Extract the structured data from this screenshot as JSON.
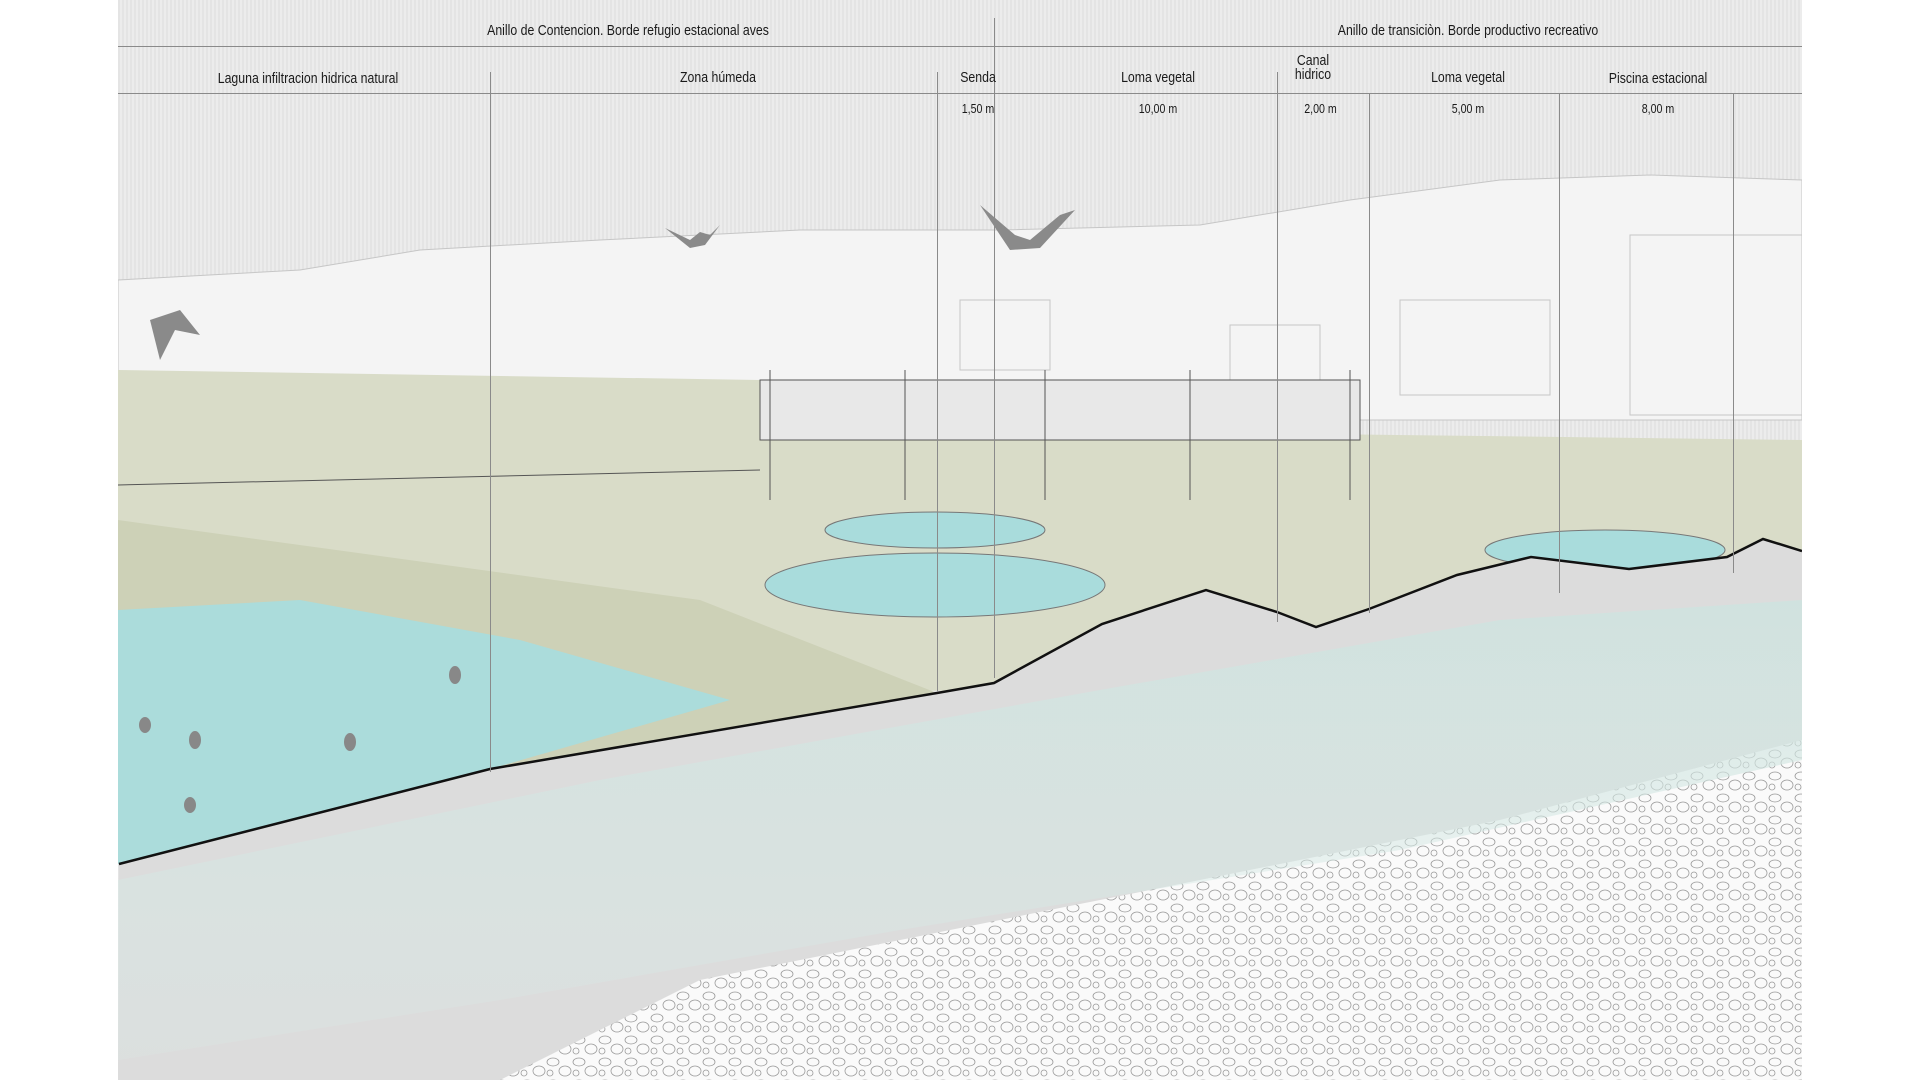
{
  "rings": [
    {
      "label": "Anillo de Contencion. Borde refugio estacional aves"
    },
    {
      "label": "Anillo de transiciòn. Borde productivo recreativo"
    }
  ],
  "zones": [
    {
      "label": "Laguna infiltracion hidrica natural",
      "width": ""
    },
    {
      "label": "Zona húmeda",
      "width": ""
    },
    {
      "label": "Senda",
      "width": "1,50 m"
    },
    {
      "label": "Loma vegetal",
      "width": "10,00 m"
    },
    {
      "label": "Canal hidrico",
      "width": "2,00 m"
    },
    {
      "label": "Loma vegetal",
      "width": "5,00 m"
    },
    {
      "label": "Piscina estacional",
      "width": "8,00 m"
    }
  ],
  "colors": {
    "water": "#a9dcdc",
    "grass": "#d4d8c0",
    "soil": "#d6d6d6",
    "ground_line": "#111111"
  }
}
